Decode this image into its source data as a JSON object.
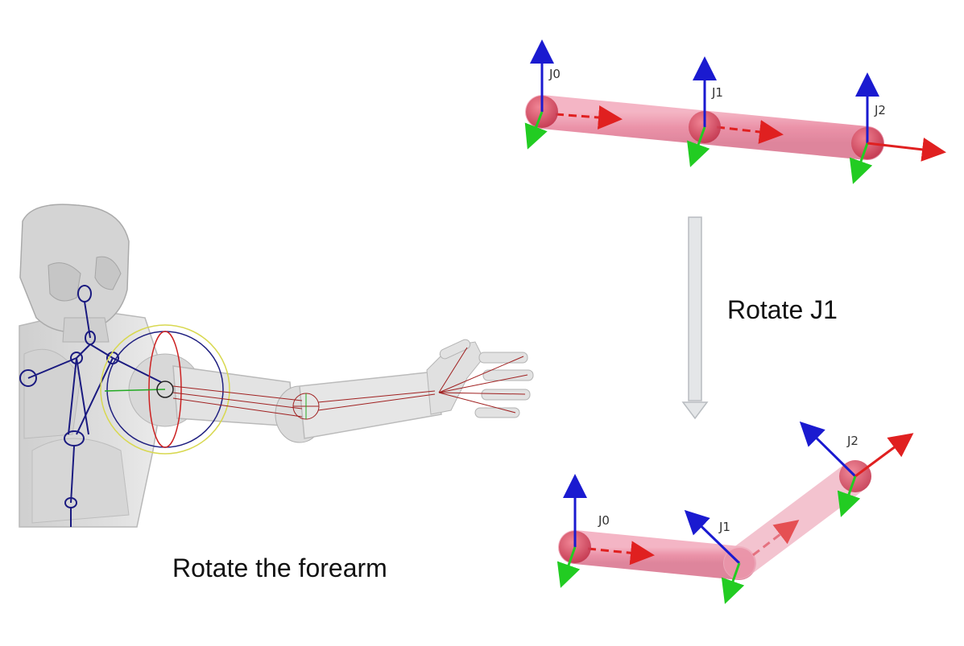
{
  "captions": {
    "forearm": "Rotate the forearm",
    "rotate_joint": "Rotate J1"
  },
  "joints_before": [
    "J0",
    "J1",
    "J2"
  ],
  "joints_after": [
    "J0",
    "J1",
    "J2"
  ],
  "colors": {
    "bone": "#e8809a",
    "joint": "#d9475a",
    "x_axis": "#e02020",
    "y_axis": "#22cc22",
    "z_axis": "#1a1ad0",
    "flow_arrow": "#c8ccd0"
  }
}
